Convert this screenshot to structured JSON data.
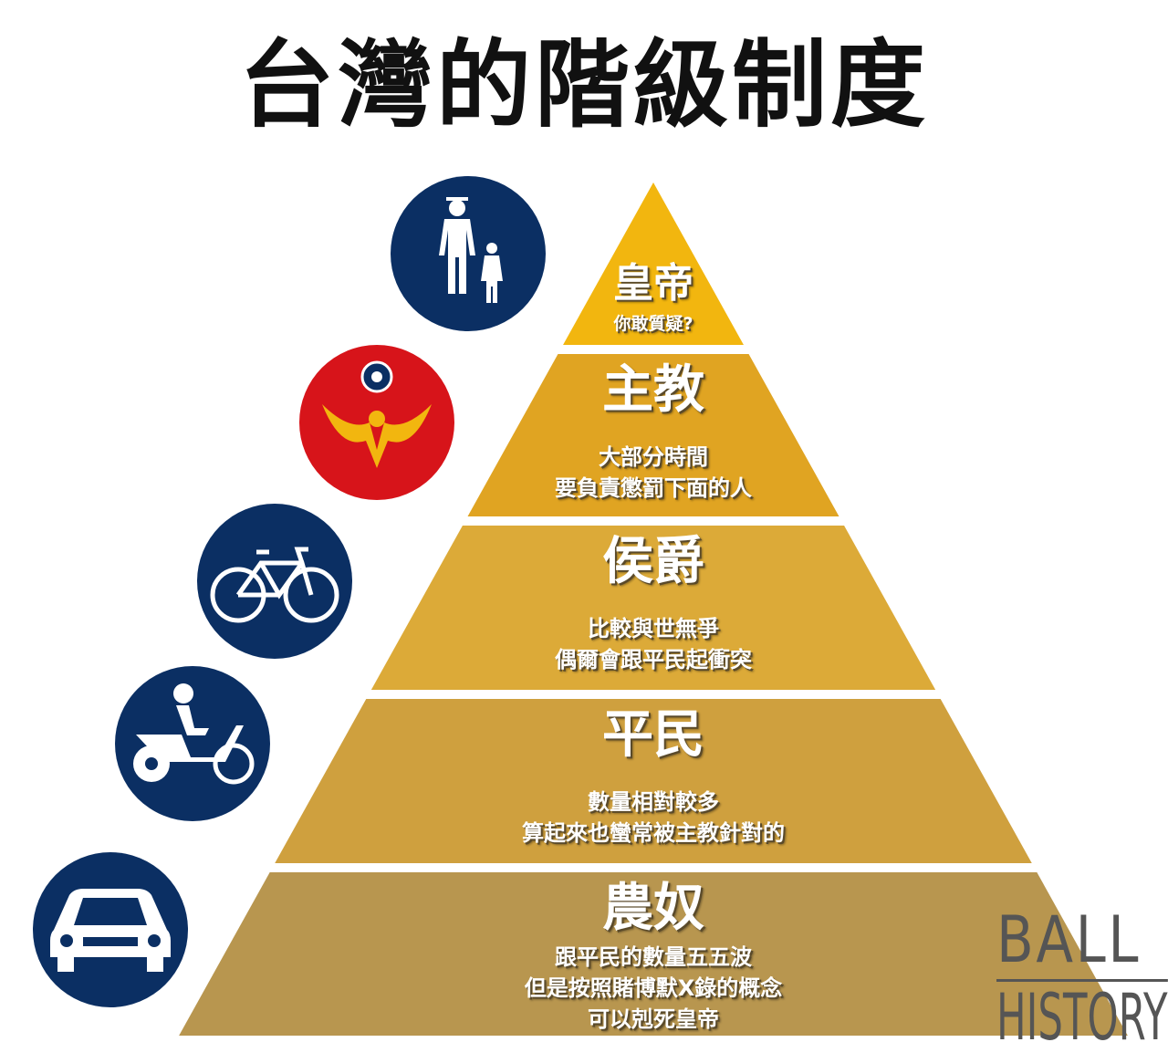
{
  "title": "台灣的階級制度",
  "tiers": [
    {
      "name": "皇帝",
      "desc": [
        "你敢質疑?"
      ],
      "color": "#F2B60F",
      "icon": "pedestrian-icon",
      "icon_bg": "#0B2F63"
    },
    {
      "name": "主教",
      "desc": [
        "大部分時間",
        "要負責懲罰下面的人"
      ],
      "color": "#E0A422",
      "icon": "police-emblem-icon",
      "icon_bg": "#D7141A"
    },
    {
      "name": "侯爵",
      "desc": [
        "比較與世無爭",
        "偶爾會跟平民起衝突"
      ],
      "color": "#DCAA38",
      "icon": "bicycle-icon",
      "icon_bg": "#0B2F63"
    },
    {
      "name": "平民",
      "desc": [
        "數量相對較多",
        "算起來也蠻常被主教針對的"
      ],
      "color": "#CFA03E",
      "icon": "scooter-icon",
      "icon_bg": "#0B2F63"
    },
    {
      "name": "農奴",
      "desc": [
        "跟平民的數量五五波",
        "但是按照賭博默X錄的概念",
        "可以剋死皇帝"
      ],
      "color": "#B8964F",
      "icon": "car-icon",
      "icon_bg": "#0B2F63"
    }
  ],
  "watermark": {
    "line1": "BALL",
    "line2": "HISTORY"
  }
}
